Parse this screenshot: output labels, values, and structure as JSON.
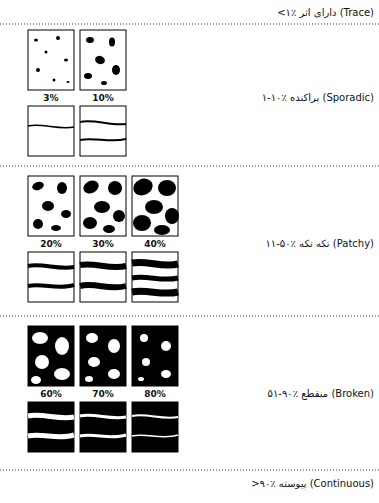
{
  "diagram": {
    "labels": [
      "<۱٪ دارای اثر (Trace)",
      "3%",
      "10%",
      "۱-۱۰٪ پراکنده (Sporadic)",
      "20%",
      "30%",
      "40%",
      "۱۱-۵۰٪ تکه تکه (Patchy)",
      "60%",
      "70%",
      "80%",
      "۵۱-۹۰٪ منقطع (Broken)",
      ">۹۰٪ پیوسته (Continuous)"
    ]
  }
}
